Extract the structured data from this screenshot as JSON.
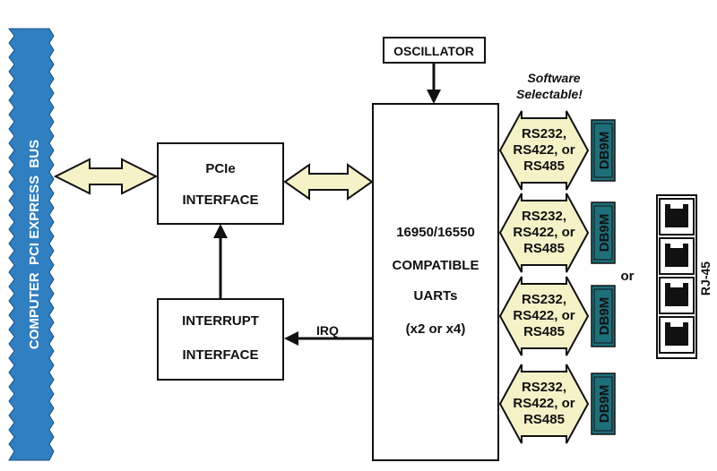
{
  "bus": {
    "label": "COMPUTER  PCI EXPRESS  BUS",
    "color": "#2f7fc1"
  },
  "oscillator": {
    "label": "OSCILLATOR"
  },
  "software_note": {
    "line1": "Software",
    "line2": "Selectable!"
  },
  "pcie_interface": {
    "line1": "PCIe",
    "line2": "INTERFACE"
  },
  "interrupt_interface": {
    "line1": "INTERRUPT",
    "line2": "INTERFACE"
  },
  "irq": {
    "label": "IRQ"
  },
  "uart": {
    "line1": "16950/16550",
    "line2": "COMPATIBLE",
    "line3": "UARTs",
    "line4": "(x2 or x4)"
  },
  "ports": [
    {
      "line1": "RS232,",
      "line2": "RS422, or",
      "line3": "RS485",
      "connector": "DB9M"
    },
    {
      "line1": "RS232,",
      "line2": "RS422, or",
      "line3": "RS485",
      "connector": "DB9M"
    },
    {
      "line1": "RS232,",
      "line2": "RS422, or",
      "line3": "RS485",
      "connector": "DB9M"
    },
    {
      "line1": "RS232,",
      "line2": "RS422, or",
      "line3": "RS485",
      "connector": "DB9M"
    }
  ],
  "or_label": "or",
  "rj45": {
    "label": "RJ-45",
    "jack_count": 4
  },
  "colors": {
    "arrow_fill": "#f5f2c8",
    "connector_fill": "#1f6f7a"
  }
}
